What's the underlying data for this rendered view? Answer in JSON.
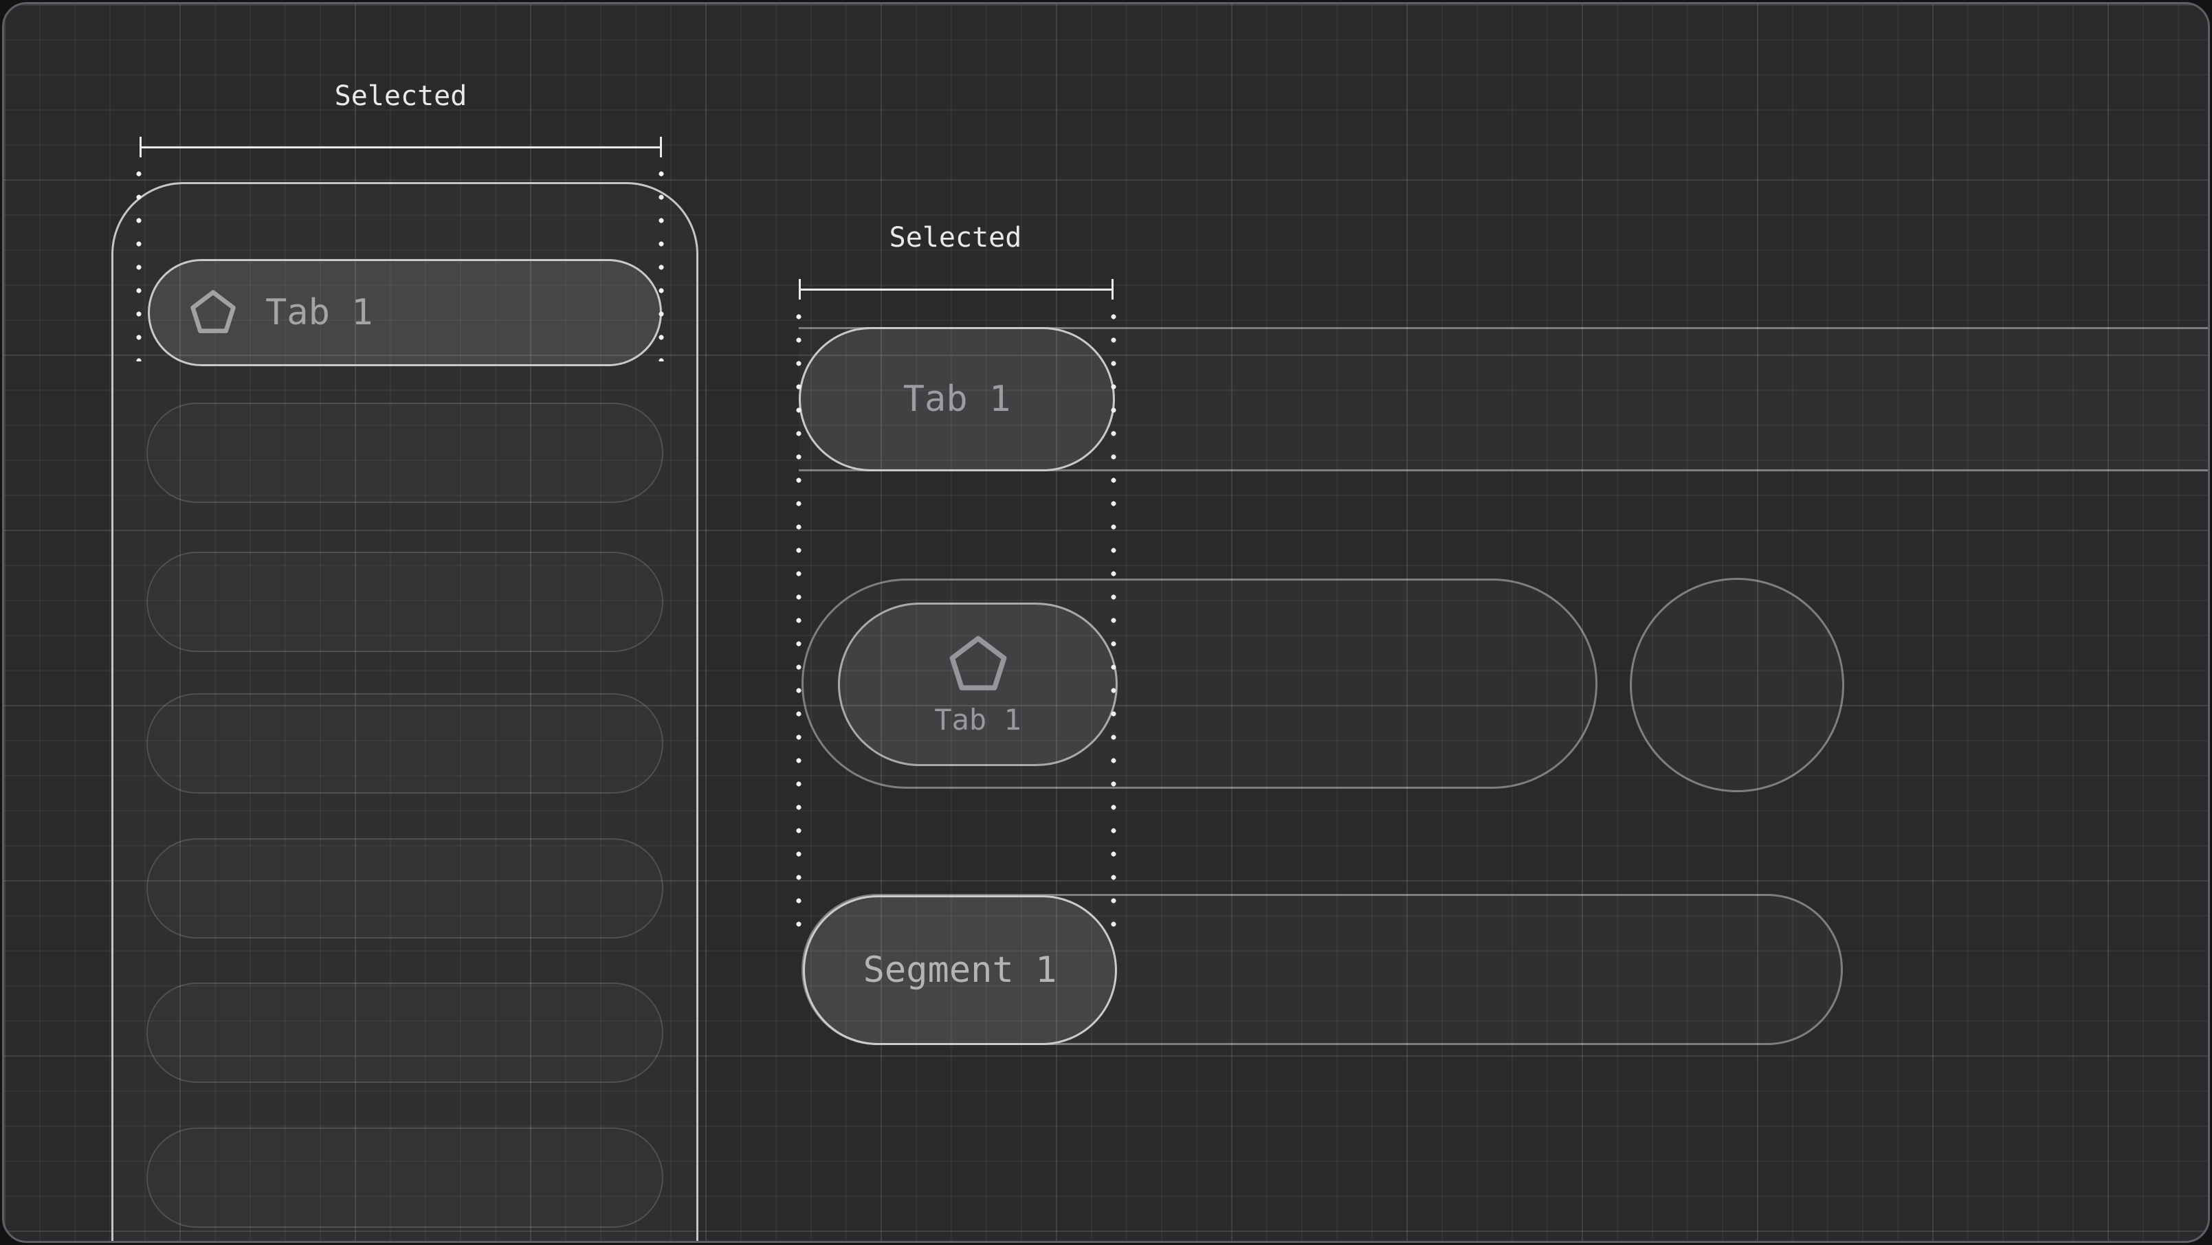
{
  "annotations": {
    "sidebar_dim_label": "Selected",
    "tabbar_dim_label": "Selected"
  },
  "sidebar": {
    "selected_item": {
      "icon": "pentagon-icon",
      "label": "Tab 1"
    },
    "placeholder_count": 6
  },
  "tab_bar": {
    "selected_tab": {
      "label": "Tab 1"
    }
  },
  "icon_tab_bar": {
    "selected_tab": {
      "icon": "pentagon-icon",
      "label": "Tab 1"
    }
  },
  "segmented_control": {
    "selected_segment": {
      "label": "Segment 1"
    }
  },
  "theme": {
    "canvas_bg": "#292a2c",
    "outer_bg": "#131315",
    "grid_minor": "rgba(255,255,255,0.045)",
    "grid_major": "rgba(255,255,255,0.07)",
    "frame_border": "#5d5f63",
    "selected_border": "#c7c9cb",
    "muted_border": "rgba(255,255,255,0.38)",
    "annotation_color": "#e9eaeb",
    "dot_color": "#f0f1f2",
    "muted_text": "#a2a4a6"
  }
}
